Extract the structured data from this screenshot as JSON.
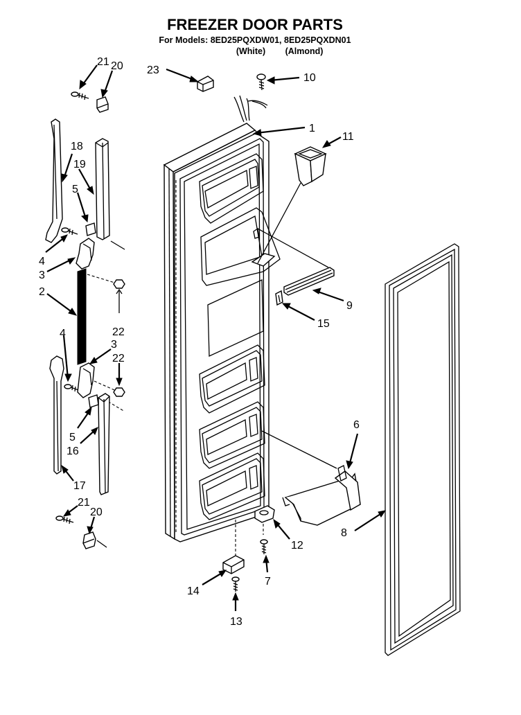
{
  "header": {
    "title": "FREEZER DOOR PARTS",
    "models_line": "For Models: 8ED25PQXDW01, 8ED25PQXDN01",
    "color_white": "(White)",
    "color_almond": "(Almond)"
  },
  "callouts": {
    "c21a": "21",
    "c20a": "20",
    "c23": "23",
    "c10": "10",
    "c1": "1",
    "c11": "11",
    "c18": "18",
    "c19": "19",
    "c5a": "5",
    "c4a": "4",
    "c3a": "3",
    "c2": "2",
    "c22a": "22",
    "c4b": "4",
    "c3b": "3",
    "c22b": "22",
    "c5b": "5",
    "c16": "16",
    "c17": "17",
    "c21b": "21",
    "c20b": "20",
    "c9": "9",
    "c15": "15",
    "c6": "6",
    "c8": "8",
    "c12": "12",
    "c7": "7",
    "c14": "14",
    "c13": "13"
  }
}
